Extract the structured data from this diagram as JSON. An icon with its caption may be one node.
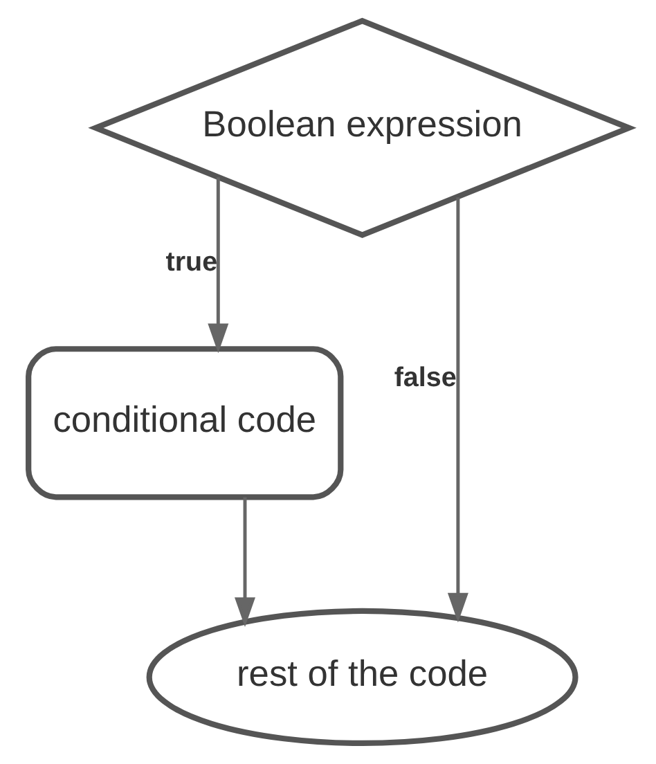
{
  "diagram": {
    "nodes": [
      {
        "text": [
          "Boolean expression"
        ]
      },
      {
        "text": [
          "conditional code"
        ]
      },
      {
        "text": [
          "rest of the code"
        ]
      }
    ],
    "edges": [
      {
        "from": 0,
        "to": 1,
        "label": "true",
        "arrow": "to"
      },
      {
        "from": 0,
        "to": 2,
        "label": "false",
        "arrow": "to"
      },
      {
        "from": 1,
        "to": 2,
        "arrow": "to"
      }
    ]
  }
}
